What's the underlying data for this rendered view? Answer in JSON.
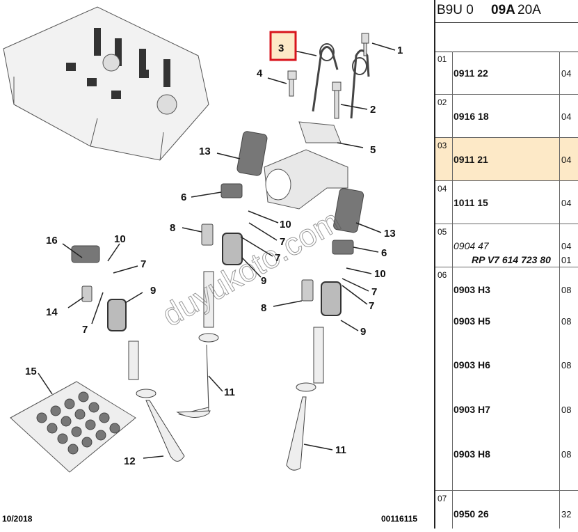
{
  "diagram": {
    "callouts": {
      "c1": "1",
      "c2": "2",
      "c3": "3",
      "c4": "4",
      "c5": "5",
      "c6a": "6",
      "c6b": "6",
      "c7a": "7",
      "c7b": "7",
      "c7c": "7",
      "c7d": "7",
      "c7e": "7",
      "c8a": "8",
      "c8b": "8",
      "c9a": "9",
      "c9b": "9",
      "c9c": "9",
      "c10a": "10",
      "c10b": "10",
      "c10c": "10",
      "c11a": "11",
      "c11b": "11",
      "c12": "12",
      "c13a": "13",
      "c13b": "13",
      "c14": "14",
      "c15": "15",
      "c16": "16"
    },
    "highlight_color": "#d8141c",
    "footer_left": "10/2018",
    "footer_right": "00116115",
    "watermark": "duyukoto.com"
  },
  "panel": {
    "header": {
      "prefix": "B9U 0 ",
      "bold": "09A",
      "suffix": " 20A"
    },
    "rows": [
      {
        "idx": "01",
        "ref": "0911 22",
        "qty": "04"
      },
      {
        "idx": "02",
        "ref": "0916 18",
        "qty": "04"
      },
      {
        "idx": "03",
        "ref": "0911 21",
        "qty": "04"
      },
      {
        "idx": "04",
        "ref": "1011 15",
        "qty": "04"
      },
      {
        "idx": "05",
        "ref": "0904 47",
        "qty": "04",
        "ref2": "RP V7 614 723 80",
        "qty2": "01"
      },
      {
        "idx": "06",
        "refs": [
          "0903 H3",
          "0903 H5",
          "0903 H6",
          "0903 H7",
          "0903 H8"
        ],
        "qty": "08"
      },
      {
        "idx": "07",
        "ref": "0950 26",
        "qty": "32"
      }
    ],
    "highlight_bg": "#fde9c7"
  }
}
